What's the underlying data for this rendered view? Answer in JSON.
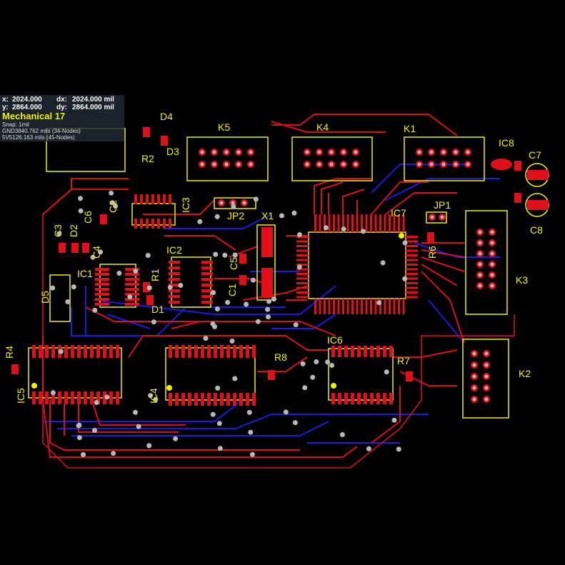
{
  "hud": {
    "x_label": "x:",
    "x_value": "2024.000",
    "dx_label": "dx:",
    "dx_value": "2024.000 mil",
    "y_label": "y:",
    "y_value": "2864.000",
    "dy_label": "dy:",
    "dy_value": "2864.000 mil",
    "layer": "Mechanical 17",
    "snap": "Snap: 1mil",
    "nets": [
      {
        "name": "GND",
        "length": "3840.762 mils (34-Nodes)"
      },
      {
        "name": "5V",
        "length": "5126.163 mils (45-Nodes)"
      }
    ]
  },
  "components": {
    "D4": "D4",
    "R2": "R2",
    "D3": "D3",
    "K5": "K5",
    "K4": "K4",
    "K1": "K1",
    "IC8": "IC8",
    "C7": "C7",
    "C8": "C8",
    "IC3": "IC3",
    "C2": "C2",
    "C6": "C6",
    "C3": "C3",
    "D2": "D2",
    "C4": "C4",
    "JP2": "JP2",
    "X1": "X1",
    "IC7": "IC7",
    "JP1": "JP1",
    "R6": "R6",
    "K3": "K3",
    "IC2": "IC2",
    "IC1": "IC1",
    "R1": "R1",
    "D1": "D1",
    "D5": "D5",
    "C5": "C5",
    "C1": "C1",
    "K2": "K2",
    "R4": "R4",
    "IC5": "IC5",
    "IC4": "IC4",
    "R8": "R8",
    "IC6": "IC6",
    "R7": "R7"
  },
  "colors": {
    "background": "#000000",
    "top_copper": "#e0101a",
    "bottom_copper": "#1a1ae0",
    "silkscreen": "#f0f000",
    "via": "#b8b8b8",
    "hud_text": "#ffffff",
    "layer_text": "#f0f000"
  }
}
